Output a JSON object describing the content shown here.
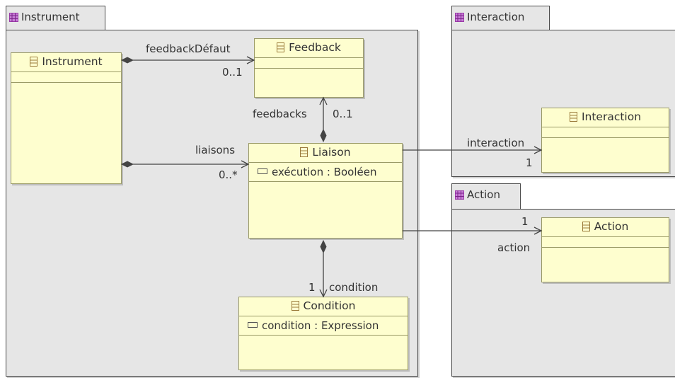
{
  "packages": [
    {
      "name": "Instrument"
    },
    {
      "name": "Interaction"
    },
    {
      "name": "Action"
    }
  ],
  "classes": {
    "instrument": {
      "name": "Instrument"
    },
    "feedback": {
      "name": "Feedback"
    },
    "liaison": {
      "name": "Liaison",
      "attributes": [
        "exécution : Booléen"
      ]
    },
    "condition": {
      "name": "Condition",
      "attributes": [
        "condition : Expression"
      ]
    },
    "interaction": {
      "name": "Interaction"
    },
    "action": {
      "name": "Action"
    }
  },
  "associations": {
    "feedback_defaut": {
      "role": "feedbackDéfaut",
      "multiplicity": "0..1"
    },
    "feedbacks": {
      "role": "feedbacks",
      "multiplicity": "0..1"
    },
    "liaisons": {
      "role": "liaisons",
      "multiplicity": "0..*"
    },
    "condition": {
      "role": "condition",
      "multiplicity": "1"
    },
    "interaction": {
      "role": "interaction",
      "multiplicity": "1"
    },
    "action": {
      "role": "action",
      "multiplicity": "1"
    }
  },
  "colors": {
    "package_fill": "#e6e6e6",
    "class_fill": "#fefecf",
    "class_icon": "#9a7a3a",
    "package_icon": "#9b3aa8",
    "line": "#444444"
  }
}
